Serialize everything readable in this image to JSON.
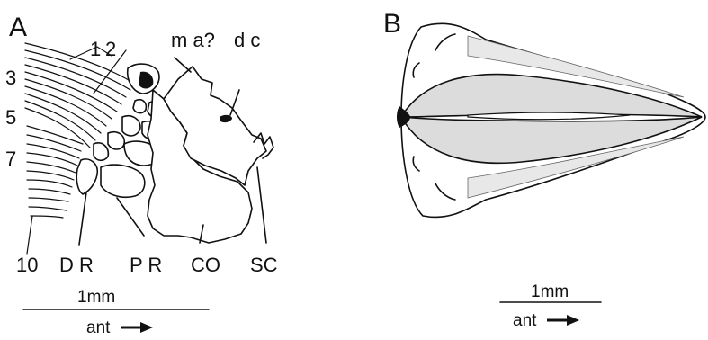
{
  "panelA": {
    "letter": "A",
    "ray_labels": [
      "1",
      "2",
      "3",
      "5",
      "7",
      "10"
    ],
    "labels": {
      "ma": "m a?",
      "dc": "d c",
      "dr": "D R",
      "pr": "P R",
      "co": "CO",
      "sc": "SC"
    },
    "scale": {
      "length": "1mm",
      "direction": "ant"
    }
  },
  "panelB": {
    "letter": "B",
    "scale": {
      "length": "1mm",
      "direction": "ant"
    }
  },
  "colors": {
    "ink": "#111111",
    "background": "#ffffff"
  }
}
